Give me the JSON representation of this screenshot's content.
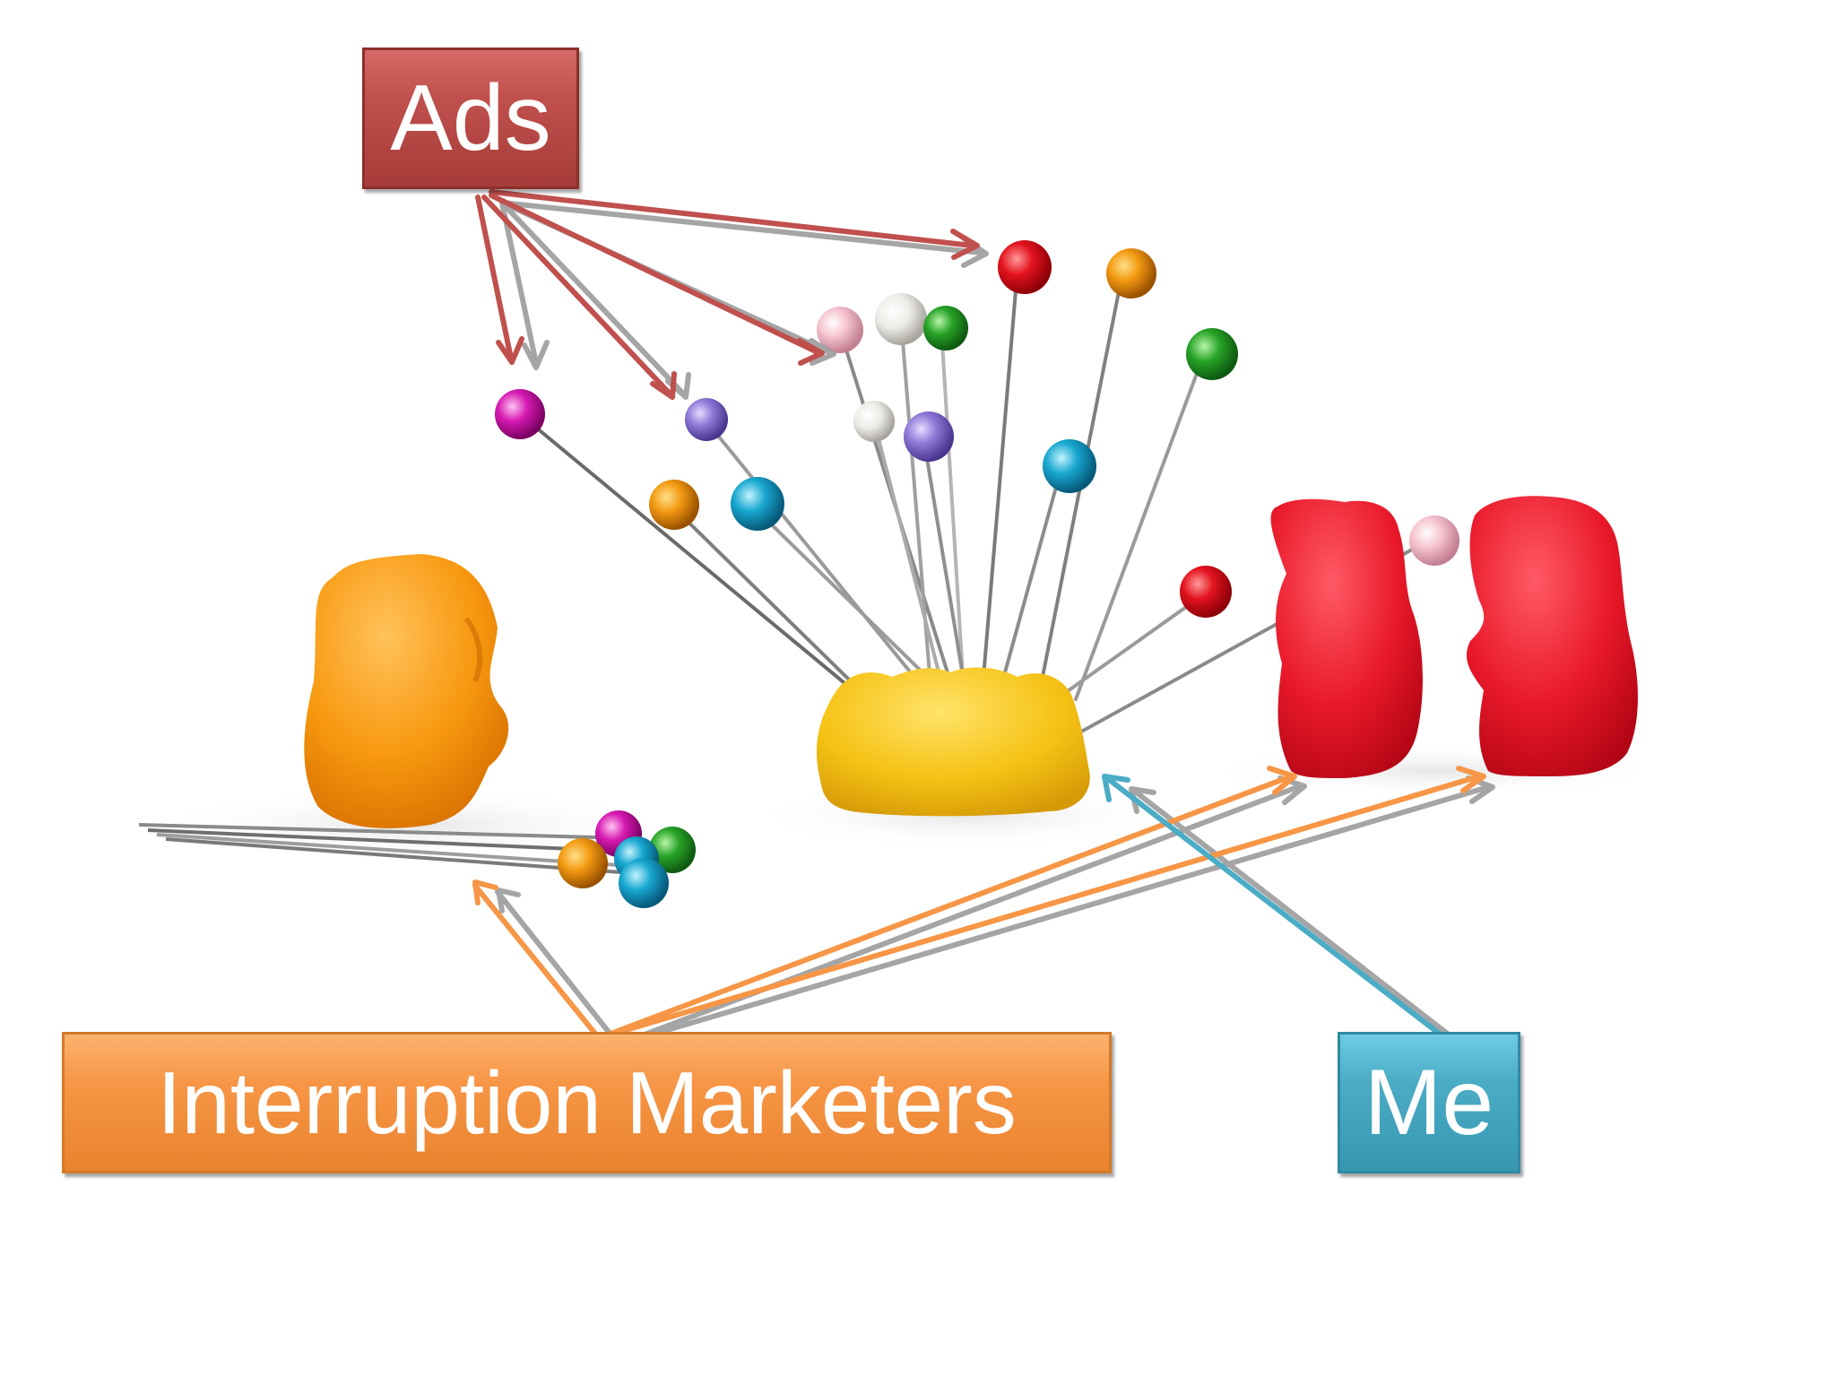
{
  "labels": {
    "ads": "Ads",
    "marketers": "Interruption Marketers",
    "me": "Me"
  },
  "colors": {
    "ads": "#c0504d",
    "marketers": "#f79646",
    "me": "#4bacc6",
    "arrow_shadow": "#9a9a9a",
    "gummy_yellow": "#f6c619",
    "gummy_orange": "#f79a1e",
    "gummy_red": "#e8202e"
  },
  "pin_colors": [
    "magenta",
    "purple",
    "pink",
    "white",
    "green",
    "red",
    "orange",
    "teal",
    "yellow"
  ]
}
